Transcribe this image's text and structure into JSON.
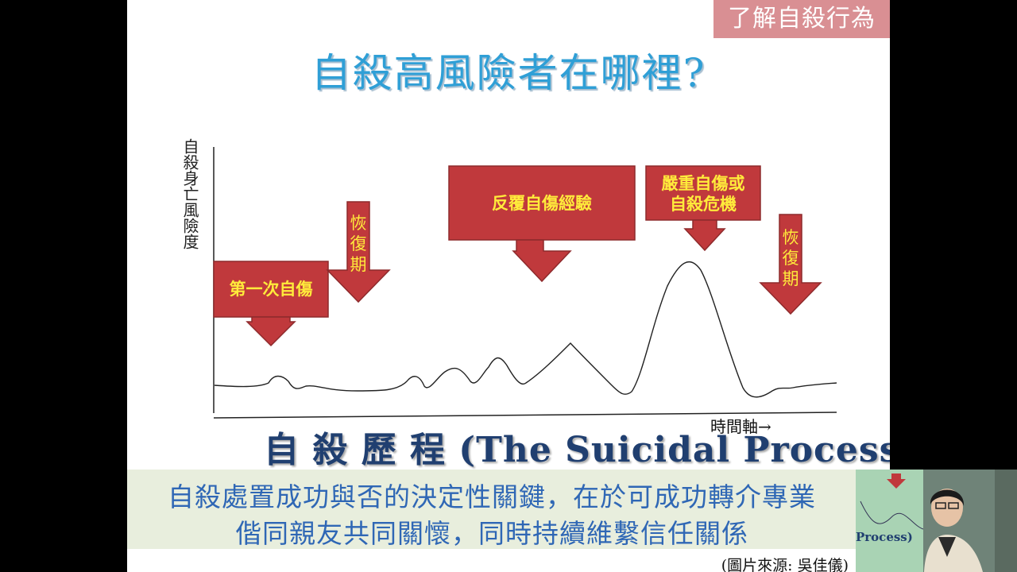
{
  "slide": {
    "tag": "了解自殺行為",
    "title": "自殺高風險者在哪裡?",
    "y_axis_label": "自殺身亡風險度",
    "x_axis_label": "時間軸→",
    "callouts": {
      "first": "第一次自傷",
      "repeated": "反覆自傷經驗",
      "severe_line1": "嚴重自傷或",
      "severe_line2": "自殺危機",
      "recovery1": "恢復期",
      "recovery2": "恢復期"
    },
    "process_title": "自 殺 歷 程 (The Suicidal Process)",
    "banner_line1": "自殺處置成功與否的決定性關鍵，在於可成功轉介專業",
    "banner_line2": "偕同親友共同關懷，同時持續維繫信任關係",
    "source": "(圖片來源: 吳佳儀)"
  },
  "colors": {
    "arrow_fill": "#c0393c",
    "callout_text": "#ffeb3b",
    "title": "#2f9fd6",
    "banner_bg": "#e8eedd",
    "banner_text": "#2f67b5",
    "tag_bg": "#d98f93"
  },
  "video_pip": {
    "label": "Process)"
  }
}
